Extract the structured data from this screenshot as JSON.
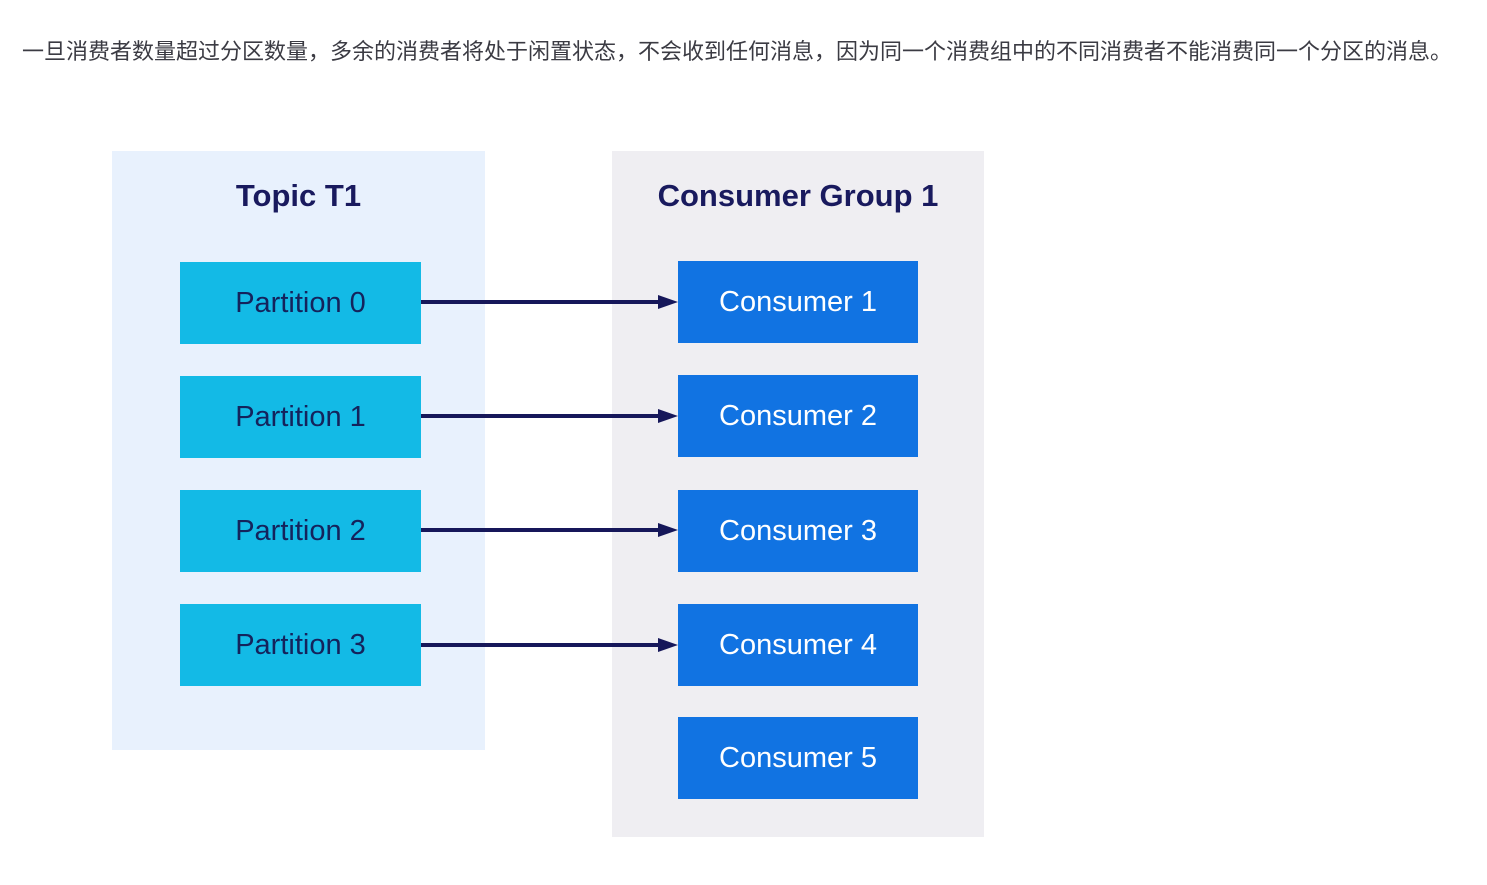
{
  "paragraph": "一旦消费者数量超过分区数量，多余的消费者将处于闲置状态，不会收到任何消息，因为同一个消费组中的不同消费者不能消费同一个分区的消息。",
  "diagram": {
    "topic": {
      "title": "Topic T1",
      "partitions": [
        "Partition 0",
        "Partition 1",
        "Partition 2",
        "Partition 3"
      ]
    },
    "consumer_group": {
      "title": "Consumer Group 1",
      "consumers": [
        "Consumer 1",
        "Consumer 2",
        "Consumer 3",
        "Consumer 4",
        "Consumer 5"
      ]
    },
    "connections": [
      {
        "from": "Partition 0",
        "to": "Consumer 1"
      },
      {
        "from": "Partition 1",
        "to": "Consumer 2"
      },
      {
        "from": "Partition 2",
        "to": "Consumer 3"
      },
      {
        "from": "Partition 3",
        "to": "Consumer 4"
      }
    ]
  },
  "colors": {
    "page-bg": "#ffffff",
    "text-color": "#3b3b43",
    "title-color": "#191a5e",
    "panel-topic-bg": "#e8f1fd",
    "panel-group-bg": "#efeef2",
    "partition-bg": "#13bae6",
    "partition-text": "#14235c",
    "consumer-bg": "#1173e2",
    "consumer-text": "#ffffff",
    "arrow-color": "#16175a"
  }
}
